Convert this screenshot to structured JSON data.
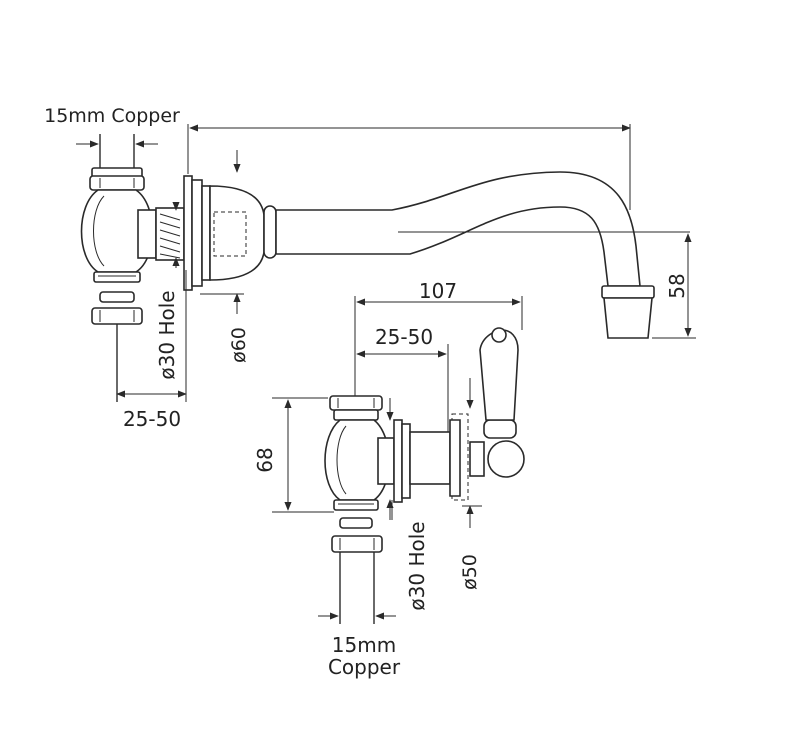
{
  "labels": {
    "top_copper": "15mm Copper",
    "spout_projection_dim": "",
    "spout_height": "58",
    "left_hole": "ø30 Hole",
    "left_plate": "ø60",
    "left_range": "25-50",
    "lever_projection": "107",
    "lever_range": "25-50",
    "lever_height": "68",
    "lever_hole": "ø30 Hole",
    "lever_plate": "ø50",
    "bottom_copper_line1": "15mm",
    "bottom_copper_line2": "Copper"
  },
  "colors": {
    "line": "#2a2a2a",
    "background": "#ffffff"
  }
}
